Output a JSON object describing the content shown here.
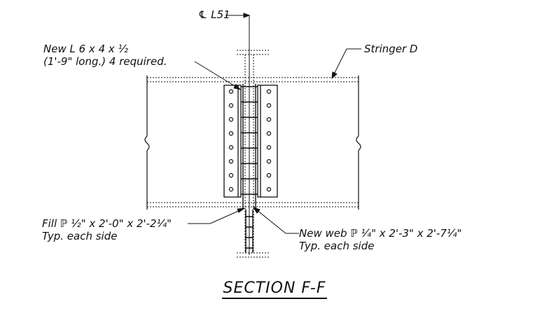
{
  "drawing": {
    "title": "SECTION F-F",
    "centerline_label": "℄ L51",
    "angle_label_line1": "New L 6 x 4 x ½",
    "angle_label_line2": "(1'-9\" long.) 4 required.",
    "stringer_label": "Stringer D",
    "fill_label_line1": "Fill ℙ ½\" x 2'-0\" x 2'-2¼\"",
    "fill_label_line2": "Typ. each side",
    "web_label_line1": "New web ℙ ¼\" x 2'-3\" x 2'-7¼\"",
    "web_label_line2": "Typ. each side"
  },
  "colors": {
    "line": "#111111",
    "paper": "#ffffff"
  }
}
